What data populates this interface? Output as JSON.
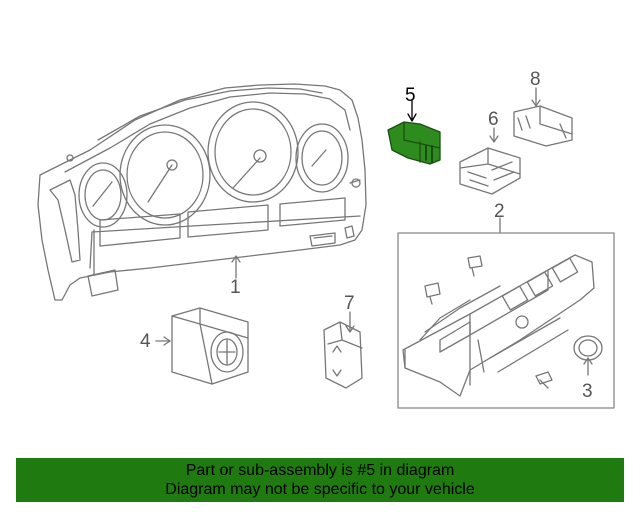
{
  "callouts": {
    "c1": "1",
    "c2": "2",
    "c3": "3",
    "c4": "4",
    "c5": "5",
    "c6": "6",
    "c7": "7",
    "c8": "8"
  },
  "colors": {
    "line": "#777777",
    "highlight_part": "#2e8b1e",
    "banner_bg": "#1f7a10"
  },
  "banner": {
    "line1": "Part or sub-assembly is #5 in diagram",
    "line2": "Diagram may not be specific to your vehicle"
  }
}
